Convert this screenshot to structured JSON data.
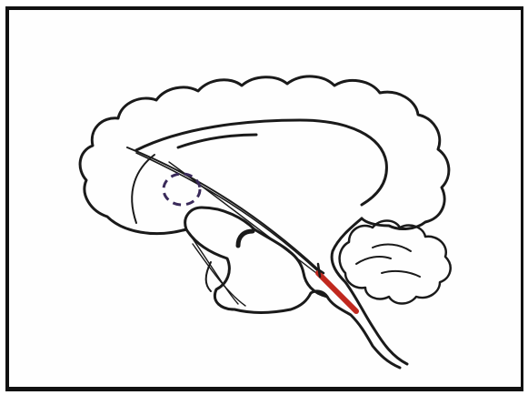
{
  "figure": {
    "caption": "",
    "colors": {
      "frame": "#111111",
      "outline": "#1a1a1a",
      "highlight": "#c0281e",
      "dashed": "#3a2a5a"
    },
    "parts": [
      "cerebrum-outline",
      "corpus-callosum",
      "thalamus",
      "brainstem",
      "cerebellum",
      "fiber-tract",
      "dashed-nucleus-marker",
      "red-highlight-tract"
    ]
  }
}
